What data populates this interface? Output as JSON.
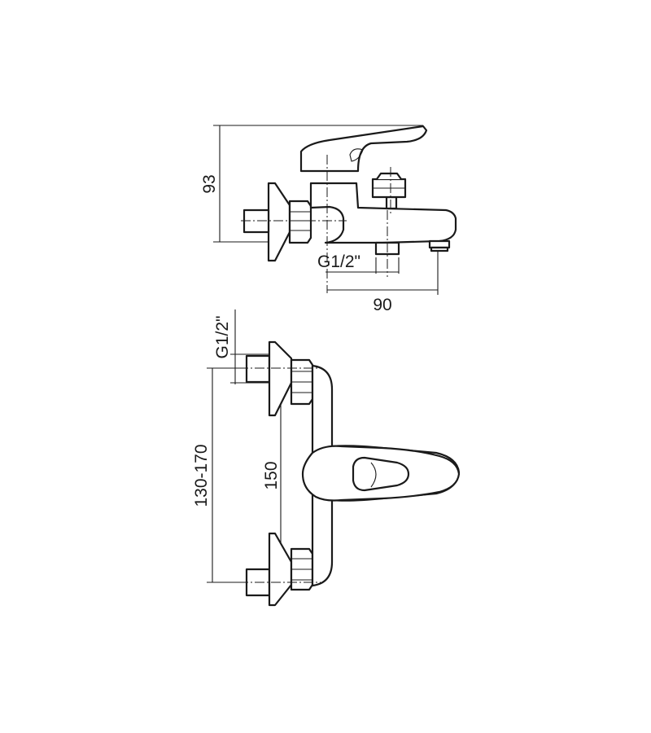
{
  "drawing": {
    "dimensions": {
      "side_height": "93",
      "thread_side": "G1/2\"",
      "spout_reach": "90",
      "thread_top": "G1/2\"",
      "center_range": "130-170",
      "center_nominal": "150"
    }
  }
}
